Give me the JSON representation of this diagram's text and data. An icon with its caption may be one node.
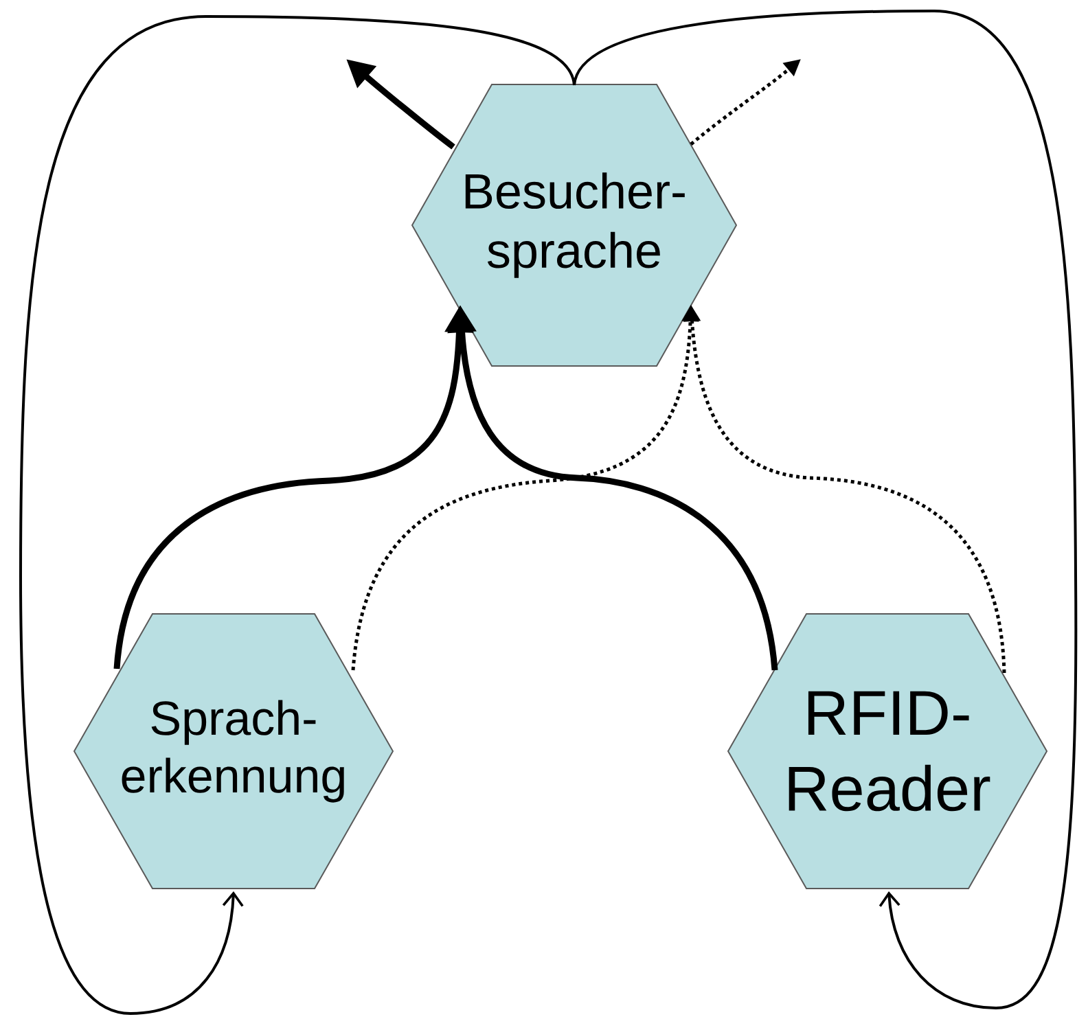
{
  "diagram": {
    "nodes": [
      {
        "text": [
          "Besucher- sprache"
        ]
      },
      {
        "text": [
          "Sprach- erkennung"
        ]
      },
      {
        "text": [
          "RFID- Reader"
        ]
      }
    ],
    "edges": [
      {
        "from": 1,
        "to": 0,
        "arrow": "to",
        "style": "thick"
      },
      {
        "from": 2,
        "to": 0,
        "arrow": "to",
        "style": "thick"
      },
      {
        "from": 1,
        "to": 0,
        "arrow": "to",
        "style": "dashed"
      },
      {
        "from": 2,
        "to": 0,
        "arrow": "to",
        "style": "dashed"
      },
      {
        "from": 0,
        "to": null,
        "arrow": "to",
        "style": "thick"
      },
      {
        "from": 0,
        "to": null,
        "arrow": "to",
        "style": "dashed"
      },
      {
        "from": 0,
        "to": 1,
        "arrow": "to"
      },
      {
        "from": 0,
        "to": 2,
        "arrow": "to"
      }
    ]
  }
}
